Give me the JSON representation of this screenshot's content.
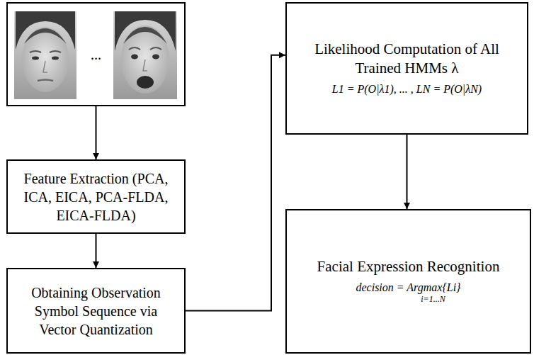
{
  "diagram": {
    "nodes": [
      {
        "text": [
          "..."
        ]
      },
      {
        "text": [
          "Feature Extraction (PCA, ICA, EICA, PCA-FLDA, EICA-FLDA)"
        ]
      },
      {
        "text": [
          "Obtaining Observation Symbol Sequence via Vector Quantization"
        ]
      },
      {
        "text": [
          "Likelihood Computation of All Trained HMMs λ",
          "L1 = P(O|λ1), ... , LN = P(O|λN)"
        ]
      },
      {
        "text": [
          "Facial Expression Recognition",
          "decision = Argmax{Li}",
          "i=1...N"
        ]
      }
    ],
    "edges": [
      {
        "from": 0,
        "to": 1,
        "arrow": "to"
      },
      {
        "from": 1,
        "to": 2,
        "arrow": "to"
      },
      {
        "from": 2,
        "to": 3,
        "arrow": "to"
      },
      {
        "from": 3,
        "to": 4,
        "arrow": "to"
      }
    ]
  }
}
